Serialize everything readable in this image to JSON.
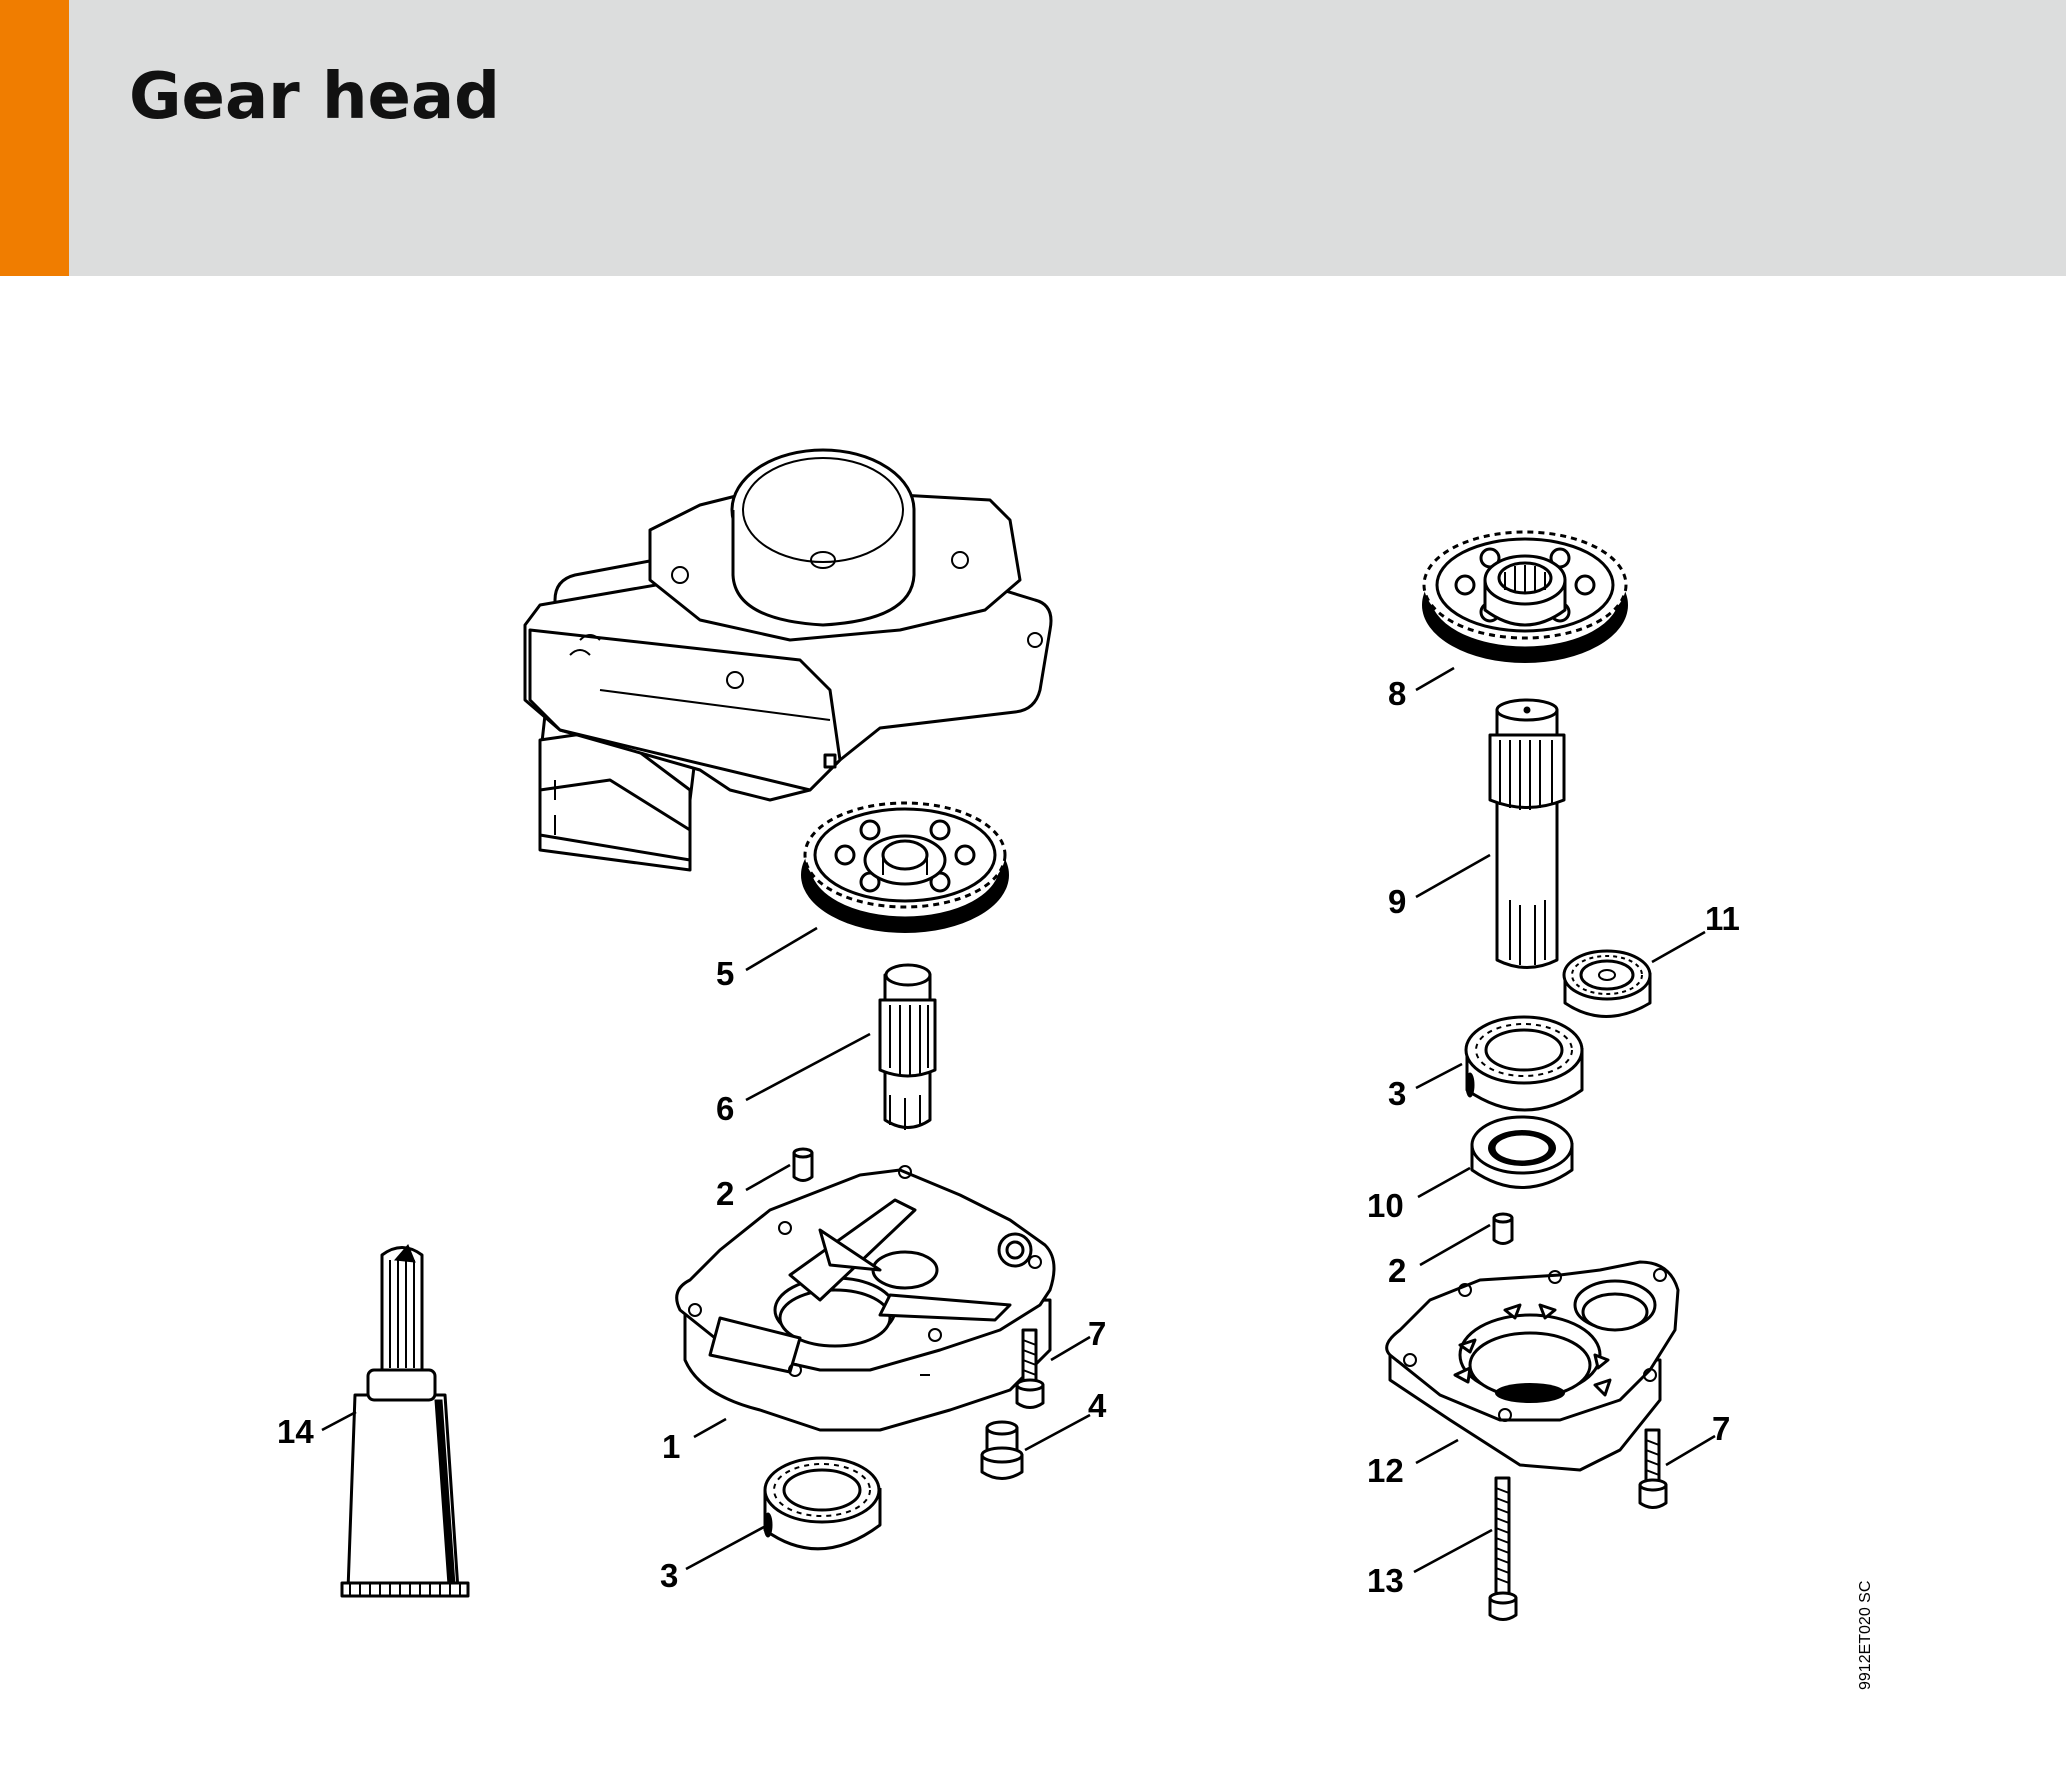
{
  "header": {
    "title": "Gear head",
    "accent_color": "#f07d00",
    "background_color": "#dcdddd"
  },
  "diagram": {
    "reference_code": "9912ET020 SC",
    "callouts": [
      "1",
      "2",
      "3",
      "4",
      "5",
      "6",
      "7",
      "8",
      "9",
      "10",
      "11",
      "12",
      "13",
      "14"
    ],
    "labels": {
      "c1": "1",
      "c2a": "2",
      "c3a": "3",
      "c4": "4",
      "c5": "5",
      "c6": "6",
      "c7a": "7",
      "c14": "14",
      "c8": "8",
      "c9": "9",
      "c11": "11",
      "c3b": "3",
      "c10": "10",
      "c2b": "2",
      "c12": "12",
      "c7b": "7",
      "c13": "13"
    },
    "parts": [
      "gear-housing",
      "spur-gear",
      "pinion-shaft",
      "dowel-pin",
      "housing-cover",
      "screw",
      "plug",
      "ball-bearing",
      "spur-gear-large",
      "output-shaft",
      "small-ball-bearing",
      "oil-seal",
      "dowel-pin",
      "gear-cover",
      "long-screw",
      "grease-tube"
    ]
  }
}
